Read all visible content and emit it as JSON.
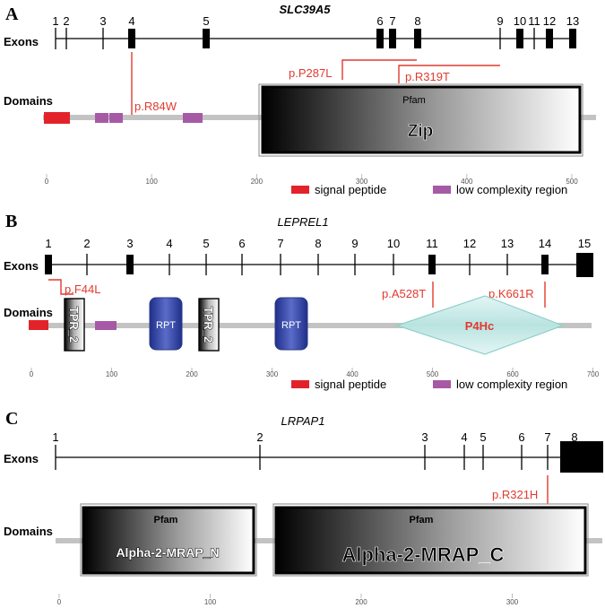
{
  "colors": {
    "mutation": "#e03a2f",
    "signal_peptide": "#e3232a",
    "low_complexity": "#a65aa5",
    "backbone": "#c3c3c3",
    "rpt": "#3d4fa6",
    "p4hc": "#c9ecea"
  },
  "panels": [
    {
      "letter": "A",
      "gene": "SLC39A5",
      "exons_label": "Exons",
      "domains_label": "Domains",
      "exon_numbers": [
        "1",
        "2",
        "3",
        "4",
        "5",
        "6",
        "7",
        "8",
        "9",
        "10",
        "11",
        "12",
        "13"
      ],
      "mutations": [
        "p.R84W",
        "p.P287L",
        "p.R319T"
      ],
      "pfam_domains": [
        {
          "source": "Pfam",
          "name": "Zip"
        }
      ],
      "axis_ticks": [
        "0",
        "100",
        "200",
        "300",
        "400",
        "500"
      ],
      "legend": [
        "signal peptide",
        "low complexity region"
      ]
    },
    {
      "letter": "B",
      "gene": "LEPREL1",
      "exons_label": "Exons",
      "domains_label": "Domains",
      "exon_numbers": [
        "1",
        "2",
        "3",
        "4",
        "5",
        "6",
        "7",
        "8",
        "9",
        "10",
        "11",
        "12",
        "13",
        "14",
        "15"
      ],
      "mutations": [
        "p.F44L",
        "p.A528T",
        "p.K661R"
      ],
      "domain_labels": {
        "tpr": "TPR_2",
        "rpt": "RPT",
        "p4hc": "P4Hc"
      },
      "axis_ticks": [
        "0",
        "100",
        "200",
        "300",
        "400",
        "500",
        "600",
        "700"
      ],
      "legend": [
        "signal peptide",
        "low complexity region"
      ]
    },
    {
      "letter": "C",
      "gene": "LRPAP1",
      "exons_label": "Exons",
      "domains_label": "Domains",
      "exon_numbers": [
        "1",
        "2",
        "3",
        "4",
        "5",
        "6",
        "7",
        "8"
      ],
      "mutations": [
        "p.R321H"
      ],
      "pfam_domains": [
        {
          "source": "Pfam",
          "name": "Alpha-2-MRAP_N"
        },
        {
          "source": "Pfam",
          "name": "Alpha-2-MRAP_C"
        }
      ],
      "axis_ticks": [
        "0",
        "100",
        "200",
        "300"
      ]
    }
  ]
}
